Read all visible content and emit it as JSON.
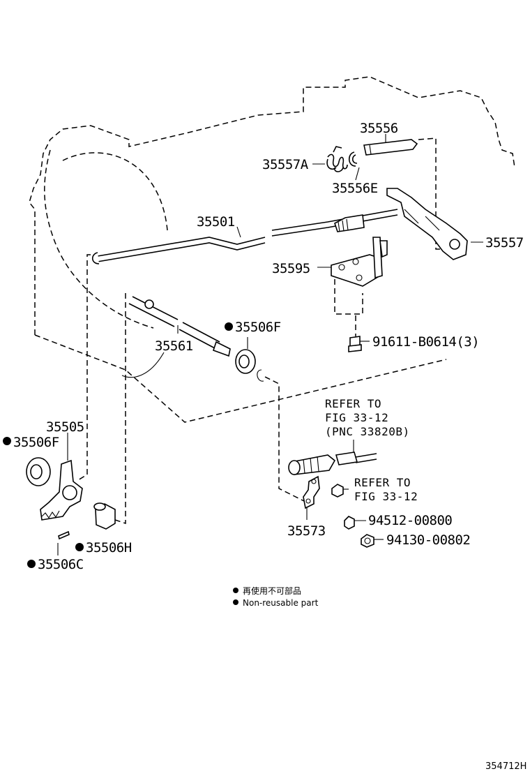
{
  "labels": {
    "p35556": "35556",
    "p35557A": "35557A",
    "p35556E": "35556E",
    "p35501": "35501",
    "p35557": "35557",
    "p35595": "35595",
    "p35506F_a": "35506F",
    "p91611": "91611-B0614(3)",
    "p35561": "35561",
    "p35505": "35505",
    "p35506F_b": "35506F",
    "p35506H": "35506H",
    "p35506C": "35506C",
    "p35573": "35573",
    "p94512": "94512-00800",
    "p94130": "94130-00802"
  },
  "refers": {
    "r1_line1": "REFER TO",
    "r1_line2": "FIG 33-12",
    "r1_line3": "(PNC 33820B)",
    "r2_line1": "REFER TO",
    "r2_line2": "FIG 33-12"
  },
  "legend": {
    "jp": "再使用不可部品",
    "en": "Non-reusable part"
  },
  "illustration_code": "354712H"
}
